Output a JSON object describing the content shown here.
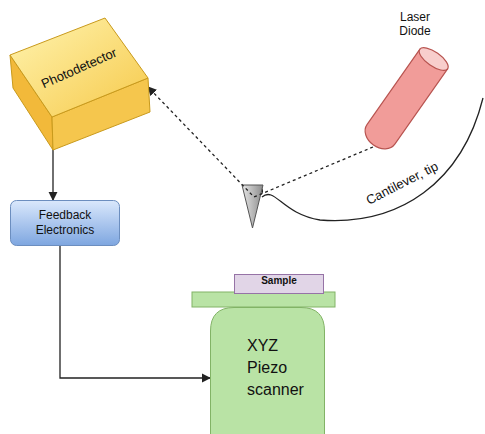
{
  "diagram": {
    "nodes": [
      {
        "text": [
          "Photodetector"
        ]
      },
      {
        "text": [
          "Laser Diode"
        ]
      },
      {
        "text": [
          "Feedback Electronics"
        ]
      },
      {
        "text": [
          "Sample"
        ]
      },
      {
        "text": [
          "XYZ Piezo scanner"
        ]
      }
    ],
    "edges": [
      {
        "from": 0,
        "to": 2,
        "arrow": "to"
      },
      {
        "from": 2,
        "to": 4,
        "arrow": "to"
      },
      {
        "from": 1,
        "to": 0,
        "arrow": "to"
      }
    ],
    "labels": [
      "Cantilever, tip"
    ]
  }
}
